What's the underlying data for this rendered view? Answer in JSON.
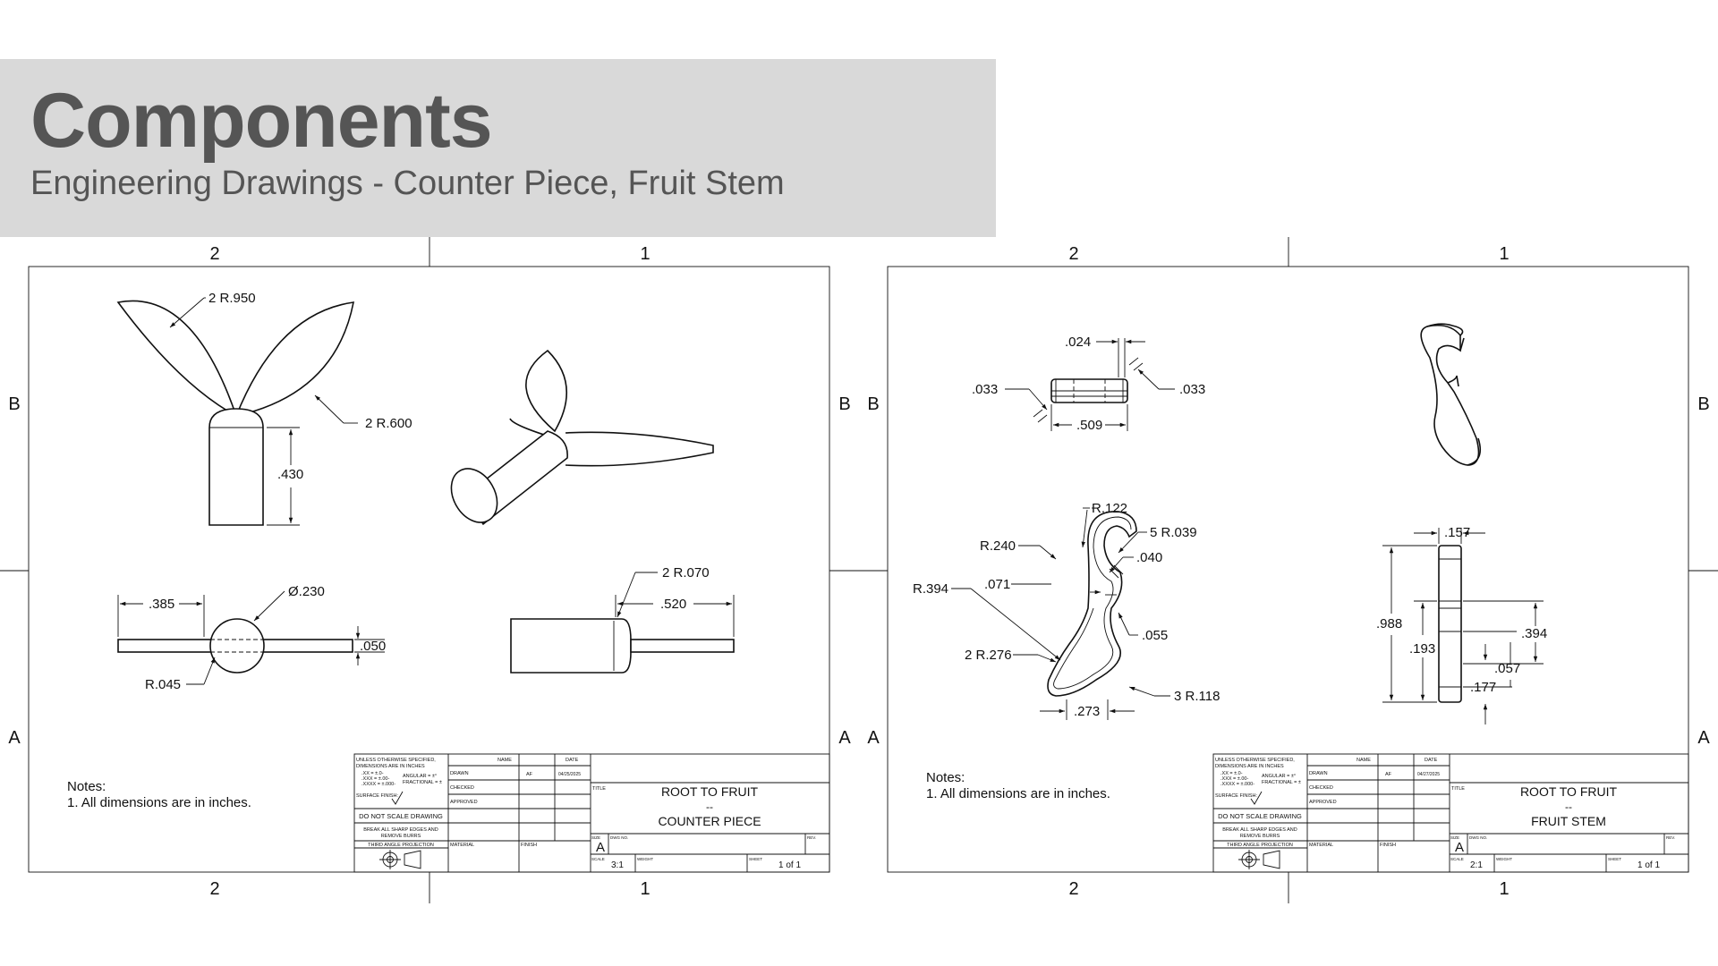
{
  "header": {
    "title": "Components",
    "subtitle": "Engineering Drawings - Counter Piece, Fruit Stem"
  },
  "zone_labels": {
    "col_2": "2",
    "col_1": "1",
    "row_b": "B",
    "row_a": "A"
  },
  "drawing_left": {
    "dims": {
      "r950": "2 R.950",
      "r600": "2 R.600",
      "d430": ".430",
      "d385": ".385",
      "dia230": "Ø.230",
      "d050": ".050",
      "r045": "R.045",
      "r070": "2 R.070",
      "d520": ".520"
    },
    "notes_title": "Notes:",
    "notes_line": "1. All dimensions are in inches.",
    "title_block": {
      "tolerance_1": "UNLESS OTHERWISE SPECIFIED,",
      "tolerance_2": "DIMENSIONS ARE IN INCHES",
      "tolerance_3": ".XX = ±.0-",
      "tolerance_4": ".XXX = ±.00-",
      "tolerance_5": ".XXXX = ±.000-",
      "angular": "ANGULAR = ±°",
      "fractional": "FRACTIONAL = ±",
      "surface_finish": "SURFACE FINISH:",
      "do_not_scale": "DO NOT SCALE DRAWING",
      "break_edges_1": "BREAK ALL SHARP EDGES AND",
      "break_edges_2": "REMOVE BURRS",
      "projection": "THIRD ANGLE PROJECTION",
      "material": "MATERIAL",
      "finish": "FINISH",
      "name_col": "NAME",
      "date_col": "DATE",
      "drawn": "DRAWN",
      "drawn_by": "AF",
      "drawn_date": "04/25/2025",
      "checked": "CHECKED",
      "approved": "APPROVED",
      "title_label": "TITLE",
      "title_1": "ROOT TO FRUIT",
      "title_2": "--",
      "title_3": "COUNTER PIECE",
      "size_label": "SIZE",
      "size": "A",
      "dwg_no_label": "DWG NO.",
      "rev_label": "REV.",
      "scale_label": "SCALE",
      "scale": "3:1",
      "weight_label": "WEIGHT",
      "sheet_label": "SHEET",
      "sheet": "1 of 1"
    }
  },
  "drawing_right": {
    "dims": {
      "d024": ".024",
      "d033a": ".033",
      "d033b": ".033",
      "d509": ".509",
      "r122": "R.122",
      "r240": "R.240",
      "r039": "5 R.039",
      "d040": ".040",
      "d071": ".071",
      "r394": "R.394",
      "d055": ".055",
      "r276": "2 R.276",
      "r118": "3 R.118",
      "d273": ".273",
      "d157": ".157",
      "d988": ".988",
      "d394": ".394",
      "d193": ".193",
      "d057": ".057",
      "d177": ".177"
    },
    "notes_title": "Notes:",
    "notes_line": "1. All dimensions are in inches.",
    "title_block": {
      "tolerance_1": "UNLESS OTHERWISE SPECIFIED,",
      "tolerance_2": "DIMENSIONS ARE IN INCHES",
      "tolerance_3": ".XX = ±.0-",
      "tolerance_4": ".XXX = ±.00-",
      "tolerance_5": ".XXXX = ±.000-",
      "angular": "ANGULAR = ±°",
      "fractional": "FRACTIONAL = ±",
      "surface_finish": "SURFACE FINISH:",
      "do_not_scale": "DO NOT SCALE DRAWING",
      "break_edges_1": "BREAK ALL SHARP EDGES AND",
      "break_edges_2": "REMOVE BURRS",
      "projection": "THIRD ANGLE PROJECTION",
      "material": "MATERIAL",
      "finish": "FINISH",
      "name_col": "NAME",
      "date_col": "DATE",
      "drawn": "DRAWN",
      "drawn_by": "AF",
      "drawn_date": "04/27/2025",
      "checked": "CHECKED",
      "approved": "APPROVED",
      "title_label": "TITLE",
      "title_1": "ROOT TO FRUIT",
      "title_2": "--",
      "title_3": "FRUIT STEM",
      "size_label": "SIZE",
      "size": "A",
      "dwg_no_label": "DWG NO.",
      "rev_label": "REV.",
      "scale_label": "SCALE",
      "scale": "2:1",
      "weight_label": "WEIGHT",
      "sheet_label": "SHEET",
      "sheet": "1 of 1"
    }
  }
}
